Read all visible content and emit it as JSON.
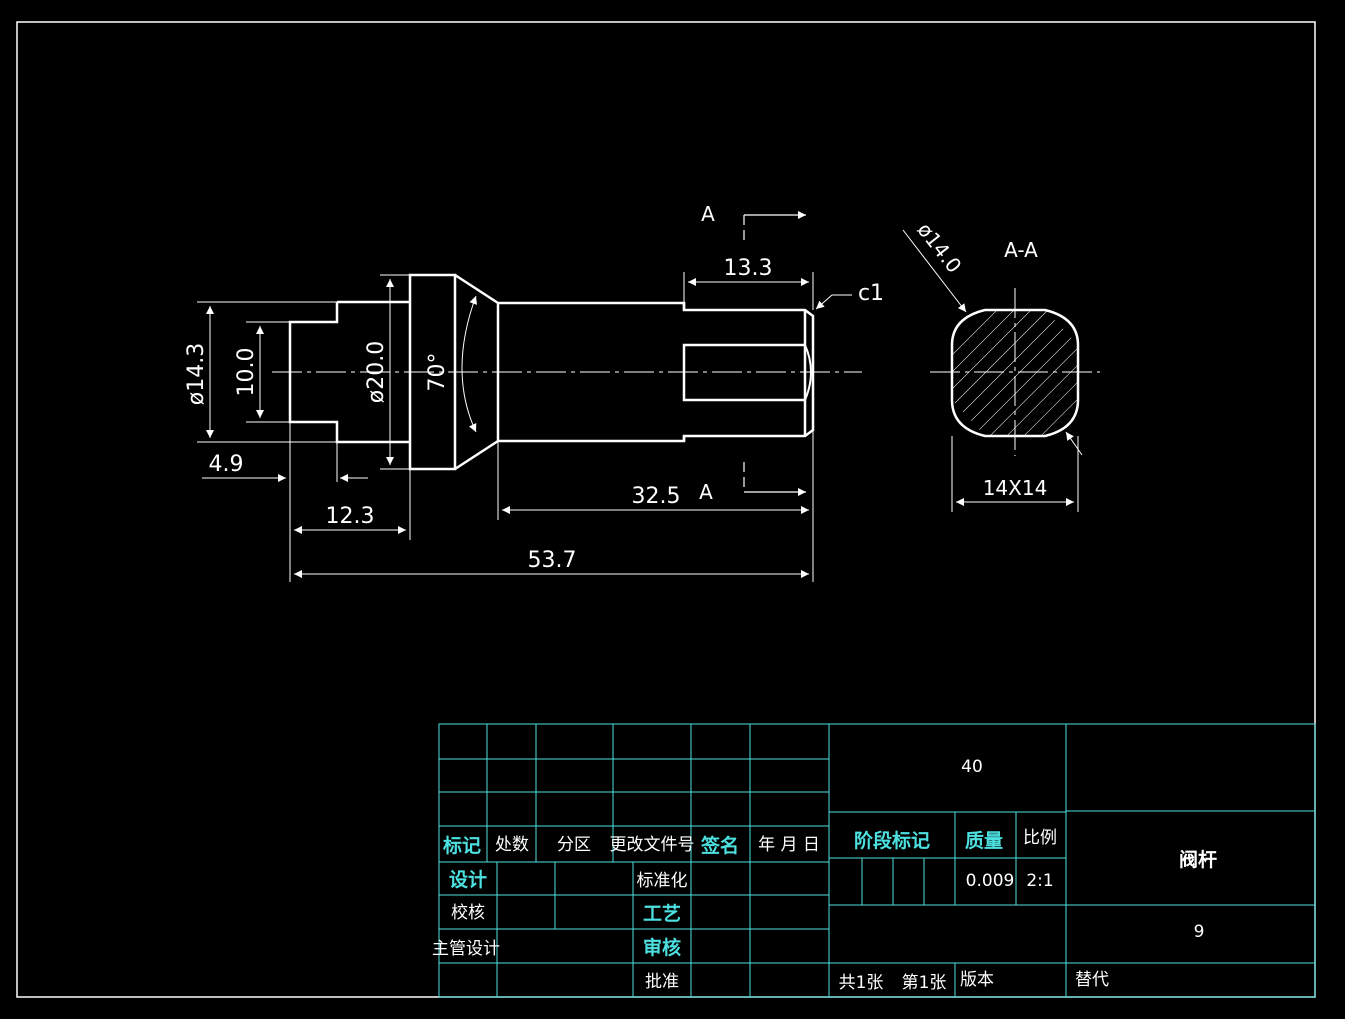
{
  "main_view": {
    "dimensions": {
      "d14_3": "ø14.3",
      "d10_0": "10.0",
      "d20_0": "ø20.0",
      "angle_70": "70°",
      "len_4_9": "4.9",
      "len_12_3": "12.3",
      "len_53_7": "53.7",
      "len_32_5": "32.5",
      "len_13_3": "13.3",
      "chamfer": "c1"
    },
    "section_marker_top": "A",
    "section_marker_bottom": "A"
  },
  "section_view": {
    "title": "A-A",
    "diameter": "ø14.0",
    "size": "14X14"
  },
  "title_block": {
    "headers": {
      "mark": "标记",
      "count": "处数",
      "zone": "分区",
      "change_doc": "更改文件号",
      "signature": "签名",
      "date": "年 月 日"
    },
    "rows": {
      "design": "设计",
      "standardization": "标准化",
      "check": "校核",
      "process": "工艺",
      "chief_design": "主管设计",
      "review": "审核",
      "approve": "批准"
    },
    "stage_mark": "阶段标记",
    "mass_label": "质量",
    "scale_label": "比例",
    "mass_value": "0.009",
    "scale_value": "2:1",
    "material": "40",
    "part_name": "阀杆",
    "drawing_number": "9",
    "sheets_total": "共1张",
    "sheet_no": "第1张",
    "version": "版本",
    "replace": "替代"
  }
}
